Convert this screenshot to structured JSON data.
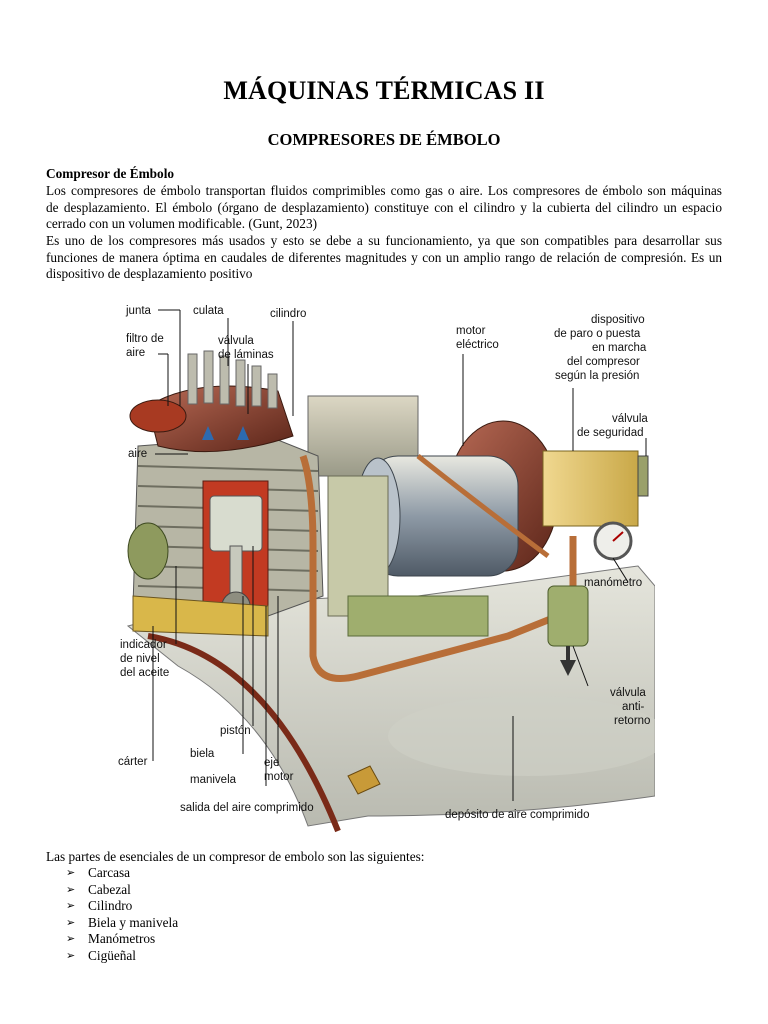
{
  "title": "MÁQUINAS TÉRMICAS II",
  "subtitle": "COMPRESORES DE ÉMBOLO",
  "section": {
    "heading": "Compresor de Émbolo",
    "p1": [
      "Los compresores de émbolo transportan fluidos comprimibles como gas o aire. Los compresores de émbolo son máquinas",
      "de desplazamiento. El émbolo (órgano de desplazamiento) constituye con el cilindro y la cubierta del cilindro un espacio",
      "cerrado con un volumen modificable. (Gunt, 2023)"
    ],
    "p2": [
      "Es uno de los compresores más usados y esto se debe a su funcionamiento, ya que son compatibles para desarrollar sus",
      "funciones de manera óptima en caudales de diferentes magnitudes y con un amplio rango de relación de compresión. Es un",
      "dispositivo de desplazamiento positivo"
    ]
  },
  "diagram": {
    "labels": {
      "junta": "junta",
      "culata": "culata",
      "cilindro": "cilindro",
      "filtro1": "filtro de",
      "filtro2": "aire",
      "valvula1": "válvula",
      "valvula2": "de láminas",
      "motor1": "motor",
      "motor2": "eléctrico",
      "disp1": "dispositivo",
      "disp2": "de paro o puesta",
      "disp3": "en marcha",
      "disp4": "del compresor",
      "disp5": "según la presión",
      "seg1": "válvula",
      "seg2": "de seguridad",
      "aire": "aire",
      "manometro": "manómetro",
      "ind1": "indicador",
      "ind2": "de nivel",
      "ind3": "del aceite",
      "anti1": "válvula",
      "anti2": "anti-",
      "anti3": "retorno",
      "piston": "pistón",
      "biela": "biela",
      "carter": "cárter",
      "eje1": "eje",
      "eje2": "motor",
      "manivela": "manivela",
      "salida": "salida del aire comprimido",
      "deposito": "depósito de aire comprimido"
    }
  },
  "list": {
    "intro": "Las partes de esenciales de un compresor de embolo son las siguientes:",
    "bullet": "➢",
    "items": [
      "Carcasa",
      "Cabezal",
      "Cilindro",
      "Biela y manivela",
      "Manómetros",
      "Cigüeñal"
    ]
  }
}
